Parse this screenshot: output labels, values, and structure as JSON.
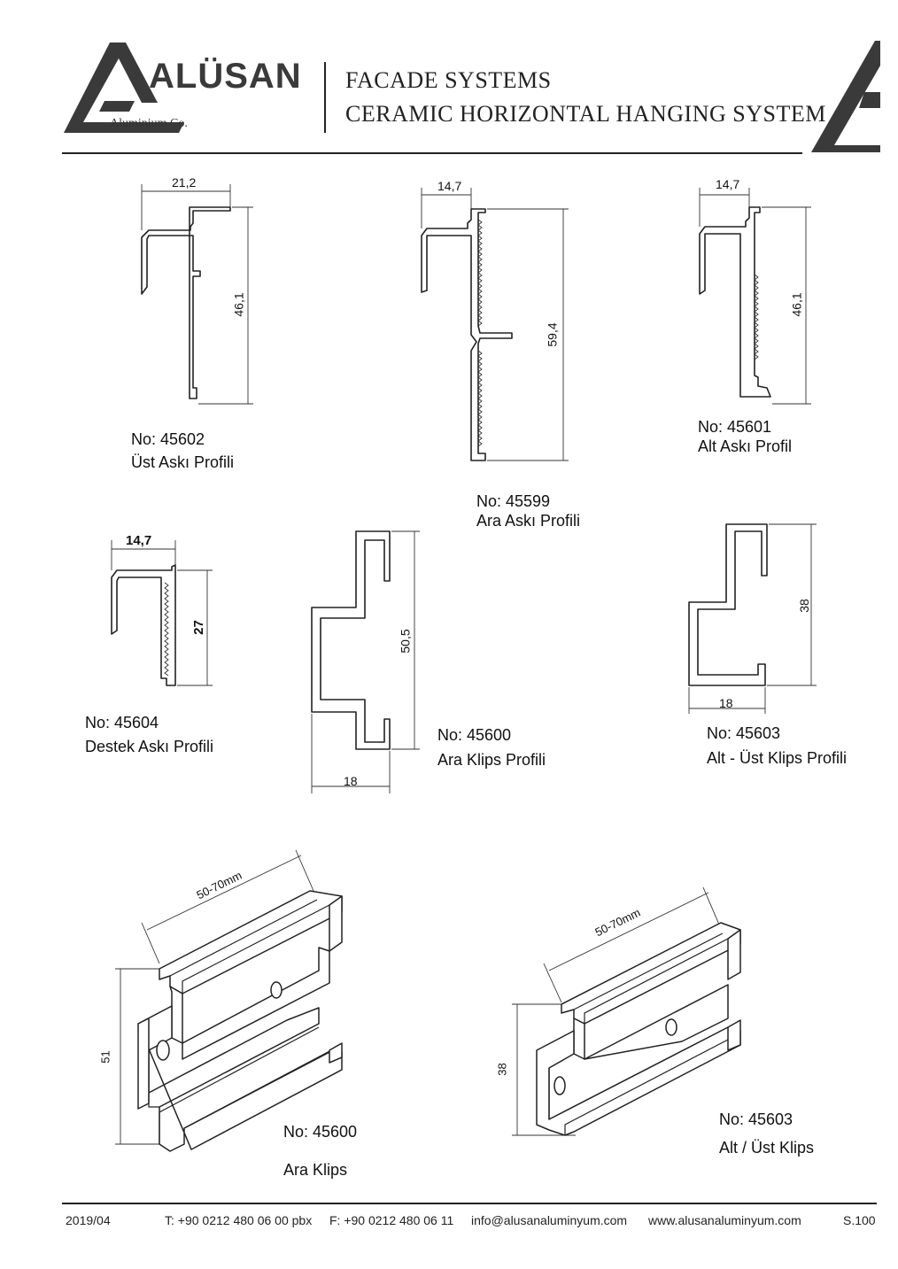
{
  "header": {
    "brand": "ALÜSAN",
    "brand_sub": "Aluminium Co.",
    "title_line1": "FACADE SYSTEMS",
    "title_line2": "CERAMIC HORIZONTAL HANGING SYSTEM"
  },
  "profiles": [
    {
      "no": "No: 45602",
      "name": "Üst Askı Profili",
      "dim_w": "21,2",
      "dim_h": "46,1"
    },
    {
      "no": "No: 45599",
      "name": "Ara Askı Profili",
      "dim_w": "14,7",
      "dim_h": "59,4"
    },
    {
      "no": "No: 45601",
      "name": "Alt Askı Profil",
      "dim_w": "14,7",
      "dim_h": "46,1"
    },
    {
      "no": "No: 45604",
      "name": "Destek Askı Profili",
      "dim_w": "14,7",
      "dim_h": "27"
    },
    {
      "no": "No: 45600",
      "name": "Ara Klips Profili",
      "dim_w": "18",
      "dim_h": "50,5"
    },
    {
      "no": "No: 45603",
      "name": "Alt - Üst Klips Profili",
      "dim_w": "18",
      "dim_h": "38"
    }
  ],
  "iso": [
    {
      "no": "No: 45600",
      "name": "Ara Klips",
      "dim_len": "50-70mm",
      "dim_h": "51"
    },
    {
      "no": "No: 45603",
      "name": "Alt / Üst Klips",
      "dim_len": "50-70mm",
      "dim_h": "38"
    }
  ],
  "footer": {
    "date": "2019/04",
    "phone": "T: +90 0212 480 06 00 pbx",
    "fax": "F: +90 0212 480 06 11",
    "email": "info@alusanaluminyum.com",
    "web": "www.alusanaluminyum.com",
    "page": "S.100"
  },
  "colors": {
    "ink": "#222222",
    "logo": "#3a3a3a"
  }
}
